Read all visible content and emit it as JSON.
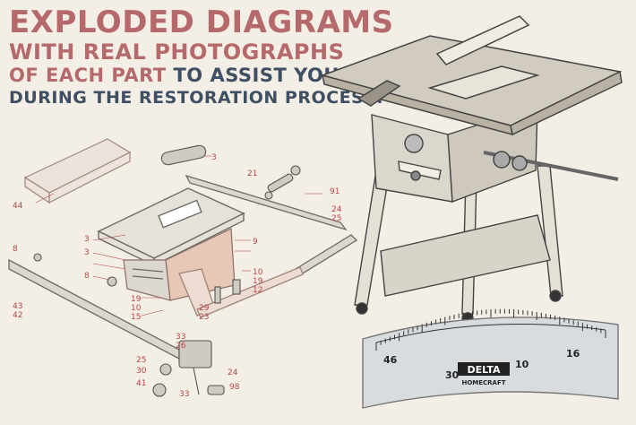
{
  "headline": {
    "line1": "EXPLODED DIAGRAMS",
    "line2": "WITH REAL PHOTOGRAPHS",
    "line3a": "OF EACH PART",
    "line3b": "TO ASSIST YOU",
    "line4": "DURING THE RESTORATION PROCESS!"
  },
  "part_labels": [
    "3",
    "21",
    "91",
    "44",
    "24",
    "25",
    "8",
    "9",
    "3",
    "3",
    "8",
    "10",
    "19",
    "12",
    "19",
    "10",
    "15",
    "29",
    "23",
    "43",
    "42",
    "33",
    "26",
    "25",
    "30",
    "24",
    "41",
    "33",
    "98"
  ],
  "scale_plate": {
    "brand": "DELTA",
    "sub": "HOMECRAFT",
    "marks": [
      "46",
      "30",
      "10",
      "16"
    ]
  },
  "colors": {
    "accent_red": "#b5696a",
    "accent_blue": "#3f4f63",
    "paper": "#f3efe6"
  }
}
